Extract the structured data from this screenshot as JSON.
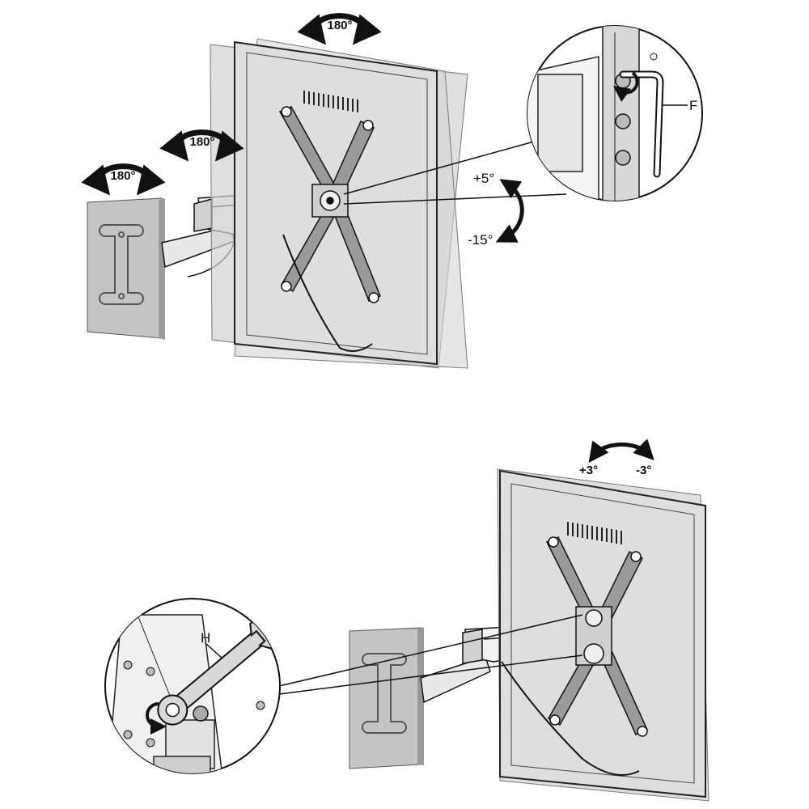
{
  "top": {
    "wall_swivel_label": "180°",
    "arm_swivel_label": "180°",
    "rotation_label": "180°",
    "tilt_up_label": "+5°",
    "tilt_down_label": "-15°",
    "detail_part_label": "F",
    "wall_plate_icon": "wall-plate-icon",
    "hex_key_icon": "hex-key-icon"
  },
  "bottom": {
    "level_plus_label": "+3°",
    "level_minus_label": "-3°",
    "detail_part_label": "H",
    "wrench_icon": "wrench-icon"
  },
  "colors": {
    "line": "#111111",
    "tv_fill": "#dcdcdc",
    "tv_ghost": "#c8c8c8",
    "wall_block": "#c4c4c4"
  }
}
